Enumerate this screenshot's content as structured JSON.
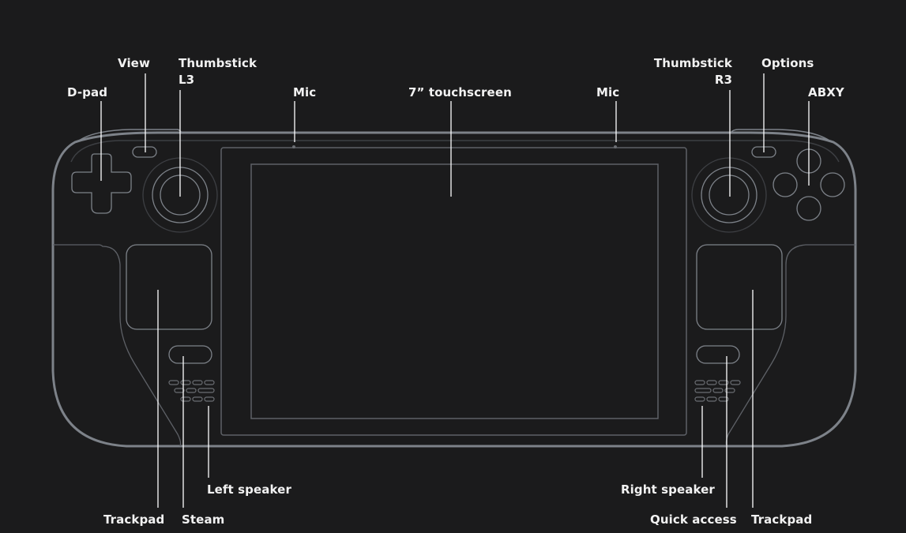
{
  "title": "Steam Deck controls diagram",
  "colors": {
    "background": "#1b1b1c",
    "outline_outer": "#7d8289",
    "outline_inner": "#5e6167",
    "outline_faint": "#3d3f43",
    "leader_line": "#ffffff",
    "label_text": "#f2f2f2"
  },
  "labels": {
    "dpad": "D-pad",
    "view": "View",
    "thumbstick_left_line1": "Thumbstick",
    "thumbstick_left_line2": "L3",
    "mic_left": "Mic",
    "touchscreen": "7” touchscreen",
    "mic_right": "Mic",
    "thumbstick_right_line1": "Thumbstick",
    "thumbstick_right_line2": "R3",
    "options": "Options",
    "abxy": "ABXY",
    "trackpad_left": "Trackpad",
    "steam": "Steam",
    "left_speaker": "Left speaker",
    "right_speaker": "Right speaker",
    "quick_access": "Quick access",
    "trackpad_right": "Trackpad"
  }
}
